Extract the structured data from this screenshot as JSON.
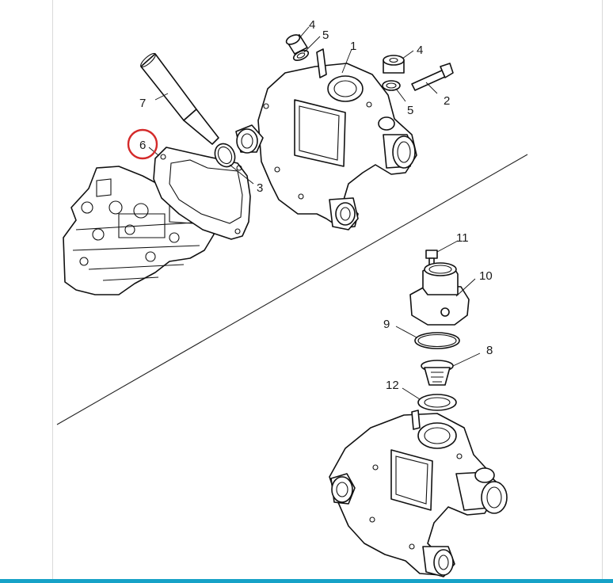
{
  "colors": {
    "highlight_circle": "#d42a2a",
    "bottom_bar": "#16a2c7",
    "line_art": "#111111"
  },
  "callouts": {
    "c1": "1",
    "c2": "2",
    "c3": "3",
    "c4a": "4",
    "c4b": "4",
    "c5a": "5",
    "c5b": "5",
    "c6": "6",
    "c7": "7",
    "c8": "8",
    "c9": "9",
    "c10": "10",
    "c11": "11",
    "c12": "12"
  },
  "highlighted_callout": "6"
}
